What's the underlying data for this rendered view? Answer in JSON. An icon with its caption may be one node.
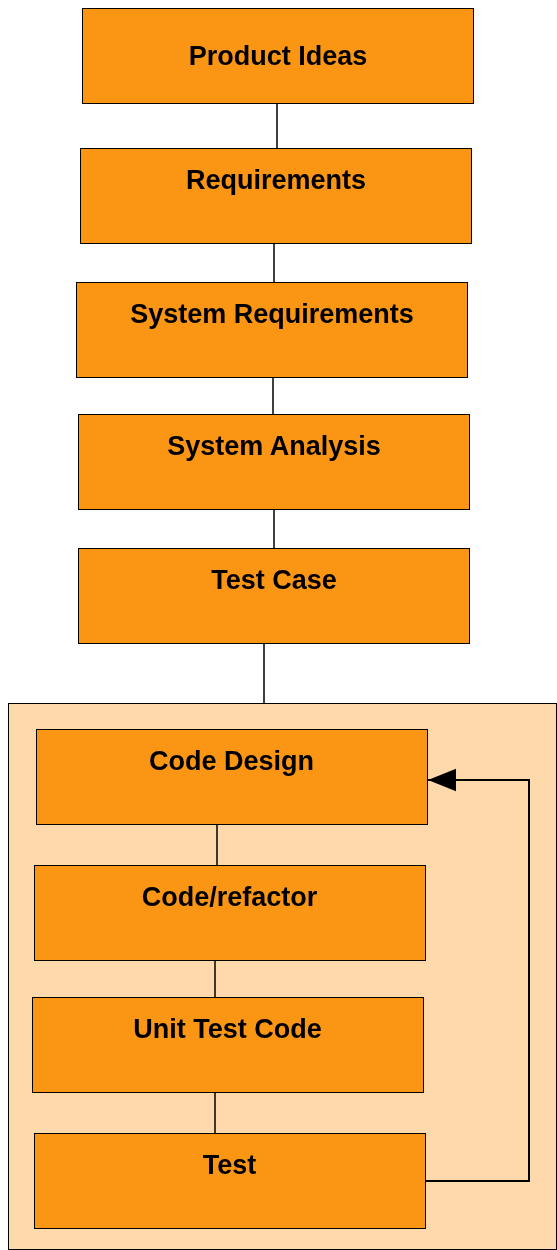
{
  "diagram": {
    "nodes": [
      {
        "text": [
          "Product Ideas"
        ]
      },
      {
        "text": [
          "Requirements"
        ]
      },
      {
        "text": [
          "System Requirements"
        ]
      },
      {
        "text": [
          "System Analysis"
        ]
      },
      {
        "text": [
          "Test Case"
        ]
      },
      {
        "text": [],
        "shape": "box"
      },
      {
        "text": [
          "Code Design"
        ],
        "in": 5
      },
      {
        "text": [
          "Code/refactor"
        ],
        "in": 5
      },
      {
        "text": [
          "Unit Test Code"
        ],
        "in": 5
      },
      {
        "text": [
          "Test"
        ],
        "in": 5
      }
    ],
    "edges": [
      {
        "from": 0,
        "to": 1,
        "arrow": "none"
      },
      {
        "from": 1,
        "to": 2,
        "arrow": "none"
      },
      {
        "from": 2,
        "to": 3,
        "arrow": "none"
      },
      {
        "from": 3,
        "to": 4,
        "arrow": "none"
      },
      {
        "from": 4,
        "to": 5,
        "arrow": "none"
      },
      {
        "from": 6,
        "to": 7,
        "arrow": "none"
      },
      {
        "from": 7,
        "to": 8,
        "arrow": "none"
      },
      {
        "from": 8,
        "to": 9,
        "arrow": "none"
      },
      {
        "from": 9,
        "to": 6,
        "arrow": "to"
      }
    ]
  }
}
